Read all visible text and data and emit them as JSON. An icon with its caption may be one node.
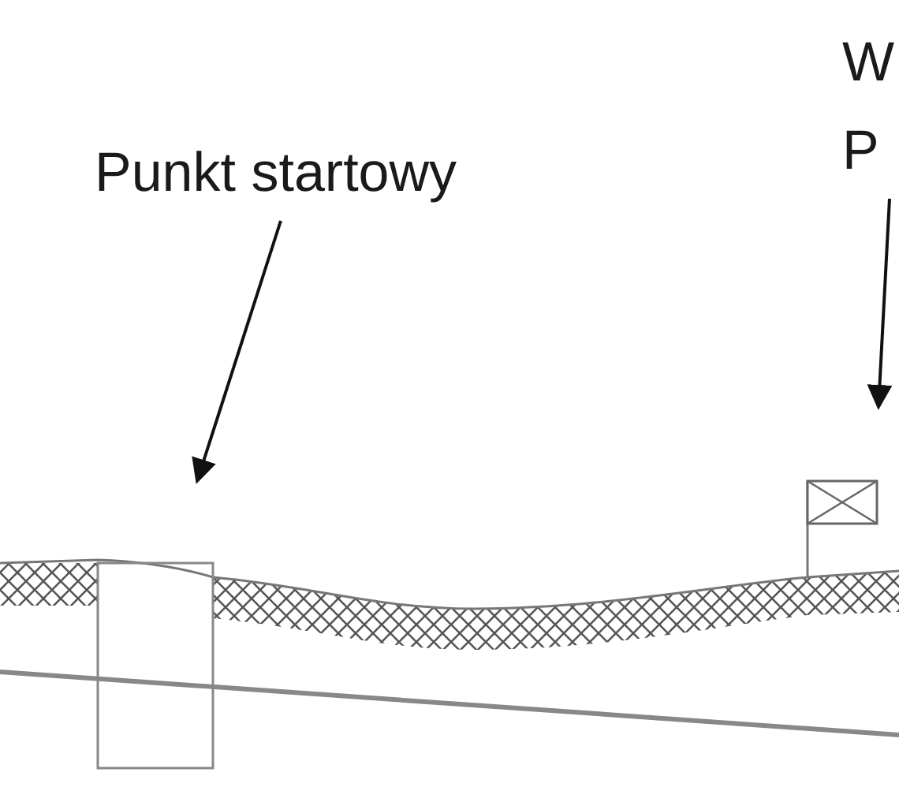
{
  "diagram": {
    "nodes": [
      {
        "text": [
          "Punkt startowy"
        ]
      },
      {
        "text": [
          "W P"
        ]
      }
    ],
    "edges": [
      {
        "from": 0,
        "to": null,
        "arrow": "to"
      },
      {
        "from": 1,
        "to": null,
        "arrow": "to"
      }
    ]
  }
}
